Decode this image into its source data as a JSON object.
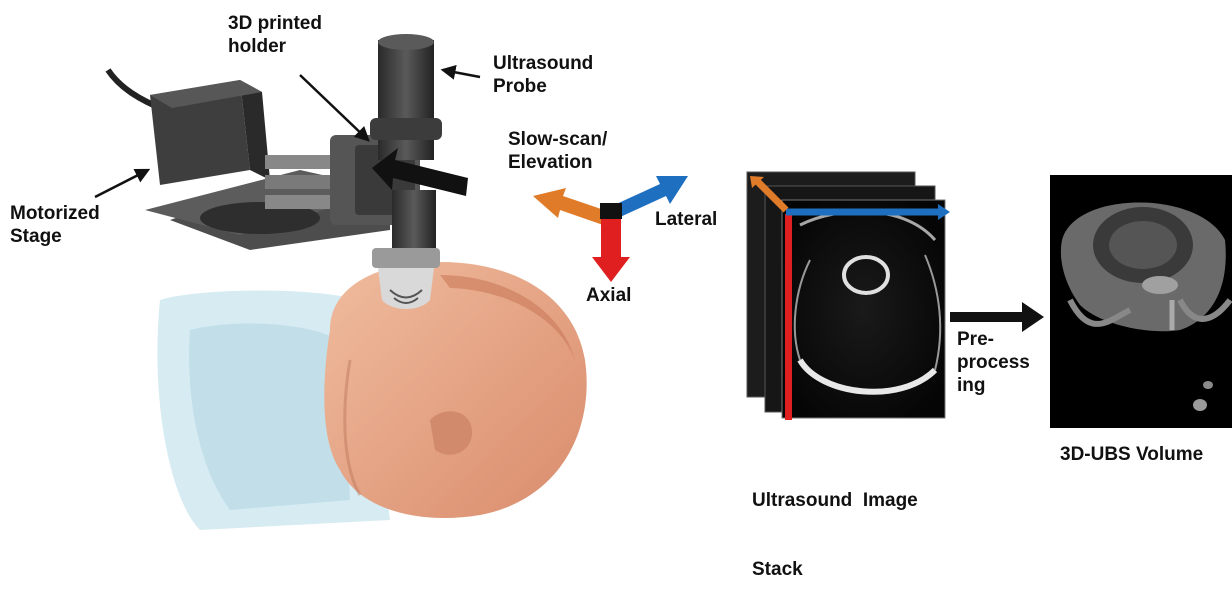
{
  "labels": {
    "holder": [
      "3D printed",
      "holder"
    ],
    "probe": [
      "Ultrasound",
      "Probe"
    ],
    "stage": [
      "Motorized",
      "Stage"
    ],
    "slow_scan": [
      "Slow-scan/",
      "Elevation"
    ],
    "lateral": "Lateral",
    "axial": "Axial",
    "preprocess": [
      "Pre-",
      "process",
      "ing"
    ],
    "image_stack": [
      "Ultrasound  Image",
      "Stack"
    ],
    "volume": "3D-UBS Volume"
  },
  "colors": {
    "elevation_axis": "#e07b2a",
    "lateral_axis": "#1f6fc0",
    "axial_axis": "#e02020",
    "pointer": "#111111",
    "device": "#4a4a4a",
    "skin": "#e8a889",
    "blanket": "#cfe6ee"
  }
}
